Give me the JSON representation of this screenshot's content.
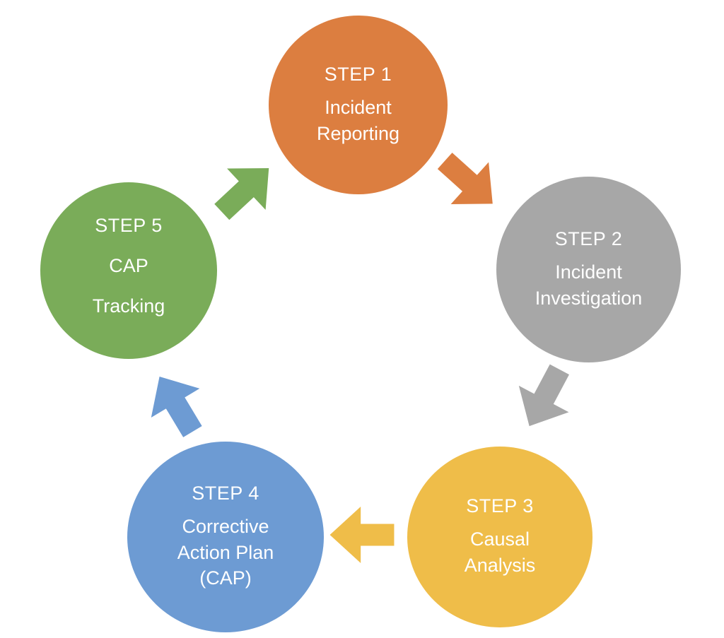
{
  "diagram": {
    "type": "cycle",
    "background_color": "#FFFFFF",
    "text_color": "#FFFFFF",
    "steps": [
      {
        "label": "STEP 1",
        "name": "Incident\nReporting",
        "color": "#DC7E40"
      },
      {
        "label": "STEP 2",
        "name": "Incident\nInvestigation",
        "color": "#A7A7A7"
      },
      {
        "label": "STEP 3",
        "name": "Causal\nAnalysis",
        "color": "#EFBD49"
      },
      {
        "label": "STEP 4",
        "name": "Corrective\nAction Plan\n(CAP)",
        "color": "#6D9BD3"
      },
      {
        "label": "STEP 5",
        "name": "CAP\nTracking",
        "color": "#7AAC59"
      }
    ],
    "arrows": [
      {
        "from": "STEP 1",
        "to": "STEP 2",
        "direction": "down-right",
        "color": "#DC7E40"
      },
      {
        "from": "STEP 2",
        "to": "STEP 3",
        "direction": "down-left",
        "color": "#A7A7A7"
      },
      {
        "from": "STEP 3",
        "to": "STEP 4",
        "direction": "left",
        "color": "#EFBD49"
      },
      {
        "from": "STEP 4",
        "to": "STEP 5",
        "direction": "up-left",
        "color": "#6D9BD3"
      },
      {
        "from": "STEP 5",
        "to": "STEP 1",
        "direction": "up-right",
        "color": "#7AAC59"
      }
    ]
  }
}
